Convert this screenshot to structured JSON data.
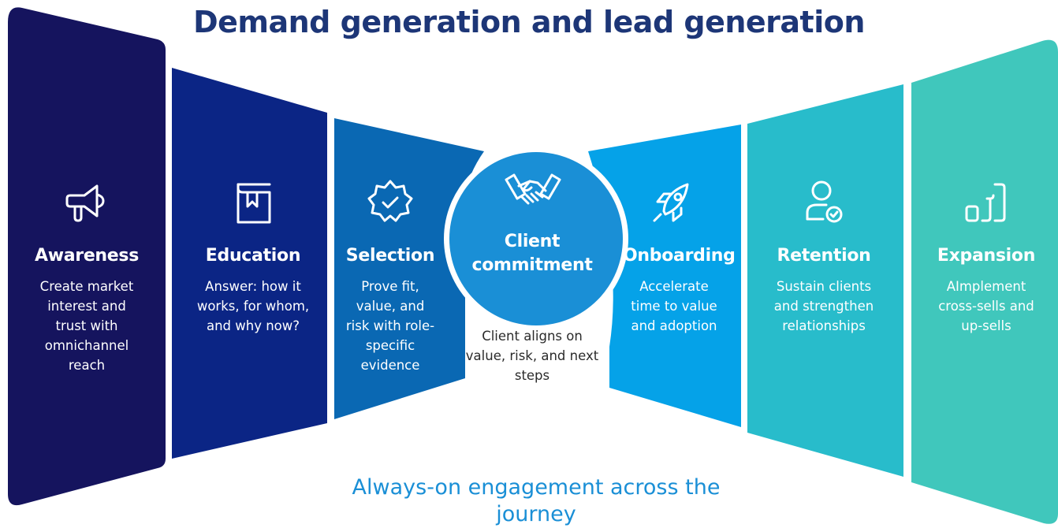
{
  "title": "Demand generation and lead generation",
  "stages": [
    {
      "icon": "megaphone-icon",
      "title": "Awareness",
      "description": "Create market interest and trust with omnichannel reach",
      "color": "#15145e"
    },
    {
      "icon": "book-icon",
      "title": "Education",
      "description": "Answer: how it works, for whom, and why now?",
      "color": "#0b2585"
    },
    {
      "icon": "verified-badge-icon",
      "title": "Selection",
      "description": "Prove fit, value, and risk with role-specific evidence",
      "color": "#0a68b3"
    },
    {
      "icon": "handshake-icon",
      "title": "Client commitment",
      "description": "Client aligns on value, risk, and next steps",
      "color": "#1a8fd6"
    },
    {
      "icon": "rocket-icon",
      "title": "Onboarding",
      "description": "Accelerate time to value and adoption",
      "color": "#05a2e8"
    },
    {
      "icon": "user-check-icon",
      "title": "Retention",
      "description": "Sustain clients and strengthen relationships",
      "color": "#28bccb"
    },
    {
      "icon": "bar-growth-icon",
      "title": "Expansion",
      "description": "AImplement cross-sells and up-sells",
      "color": "#40c7bc"
    }
  ],
  "footer": "Always-on engagement across the journey"
}
